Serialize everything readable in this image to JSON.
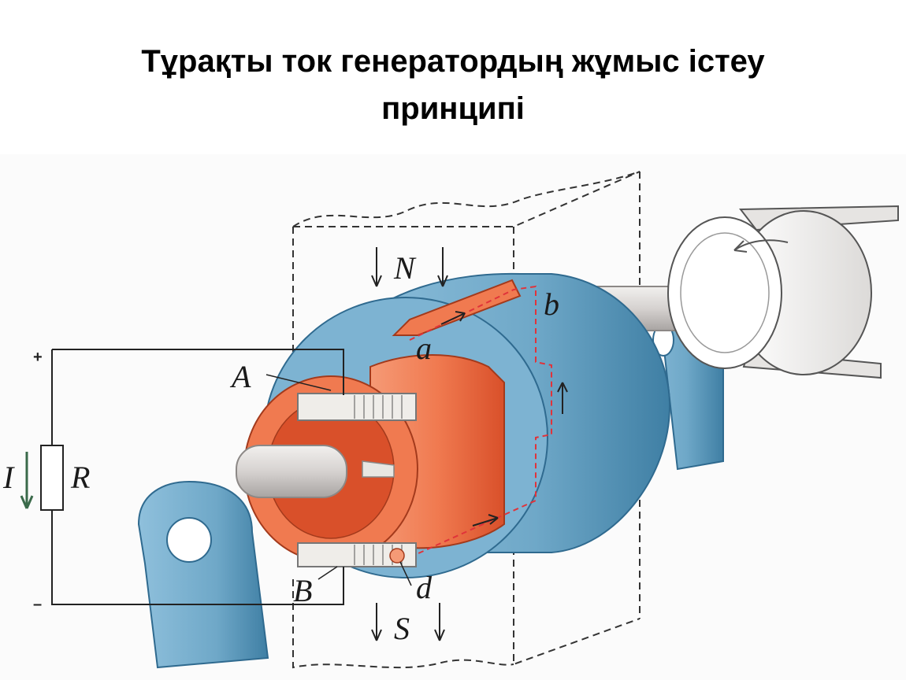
{
  "title": {
    "line1": "Тұрақты ток генератордың жұмыс істеу",
    "line2": "принципі"
  },
  "labels": {
    "N": "N",
    "S": "S",
    "A": "A",
    "B": "B",
    "a": "a",
    "b": "b",
    "d": "d",
    "I": "I",
    "R": "R",
    "plus": "+",
    "minus": "–"
  },
  "colors": {
    "frame_blue": "#6fa8c8",
    "frame_blue_dark": "#3f7fa4",
    "copper": "#f07a50",
    "copper_dark": "#d9502a",
    "shaft": "#d6d2d0",
    "brush": "#e8e6e2",
    "dashed": "#333333",
    "coil_dashed": "#e0333a",
    "circuit": "#222222"
  }
}
